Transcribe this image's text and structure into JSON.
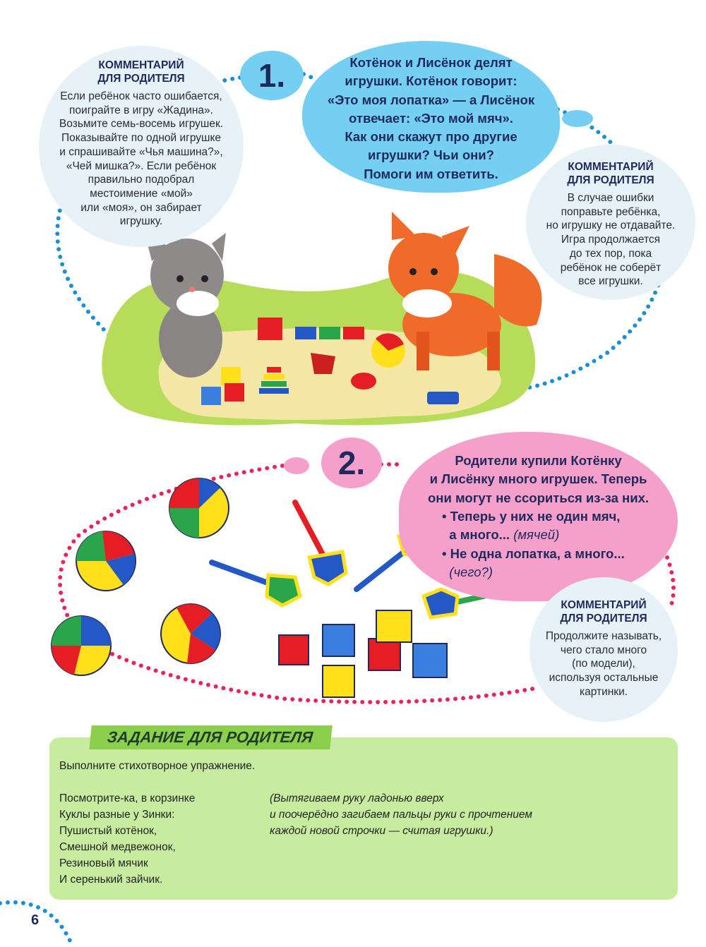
{
  "section1": {
    "number": "1.",
    "left_comment": {
      "title_line1": "КОММЕНТАРИЙ",
      "title_line2": "ДЛЯ РОДИТЕЛЯ",
      "lines": [
        "Если ребёнок часто ошибается,",
        "поиграйте в игру «Жадина».",
        "Возьмите семь-восемь игрушек.",
        "Показывайте по одной игрушке",
        "и спрашивайте «Чья машина?»,",
        "«Чей мишка?». Если ребёнок",
        "правильно подобрал",
        "местоимение «мой»",
        "или «моя», он забирает",
        "игрушку."
      ]
    },
    "cloud_lines": [
      "Котёнок и Лисёнок делят",
      "игрушки. Котёнок говорит:",
      "«Это моя лопатка» — а Лисёнок",
      "отвечает: «Это мой мяч».",
      "Как они скажут про другие",
      "игрушки? Чьи они?",
      "Помоги им ответить."
    ],
    "right_comment": {
      "title_line1": "КОММЕНТАРИЙ",
      "title_line2": "ДЛЯ РОДИТЕЛЯ",
      "lines": [
        "В случае ошибки",
        "поправьте ребёнка,",
        "но игрушку не отдавайте.",
        "Игра продолжается",
        "до тех пор, пока",
        "ребёнок не соберёт",
        "все игрушки."
      ]
    }
  },
  "section2": {
    "number": "2.",
    "cloud_lines": [
      "Родители купили Котёнку",
      "и Лисёнку много игрушек. Теперь",
      "они могут не ссориться из-за них."
    ],
    "bullets": [
      {
        "text1": "Теперь у них не один мяч,",
        "text2": "а много...",
        "hint": "(мячей)"
      },
      {
        "text1": "Не одна лопатка, а много...",
        "text2": "",
        "hint": "(чего?)"
      }
    ],
    "comment": {
      "title_line1": "КОММЕНТАРИЙ",
      "title_line2": "ДЛЯ РОДИТЕЛЯ",
      "lines": [
        "Продолжите называть,",
        "чего стало много",
        "(по модели),",
        "используя остальные",
        "картинки."
      ]
    }
  },
  "task": {
    "tag": "ЗАДАНИЕ ДЛЯ РОДИТЕЛЯ",
    "intro": "Выполните стихотворное упражнение.",
    "poem": [
      "Посмотрите-ка, в корзинке",
      "Куклы разные у Зинки:",
      "Пушистый котёнок,",
      "Смешной медвежонок,",
      "Резиновый мячик",
      "И серенький зайчик."
    ],
    "instructions": [
      "(Вытягиваем руку ладонью вверх",
      "и поочерёдно загибаем пальцы руки с прочтением",
      "каждой новой строчки — считая игрушки.)"
    ]
  },
  "page_number": "6",
  "colors": {
    "blue_cloud": "#74cff3",
    "pink_cloud": "#f59fcb",
    "comment_bg": "#e6f2f8",
    "task_bg": "#c7eca0",
    "dots_blue": "#1a8fd8",
    "dots_red": "#e8245a"
  }
}
